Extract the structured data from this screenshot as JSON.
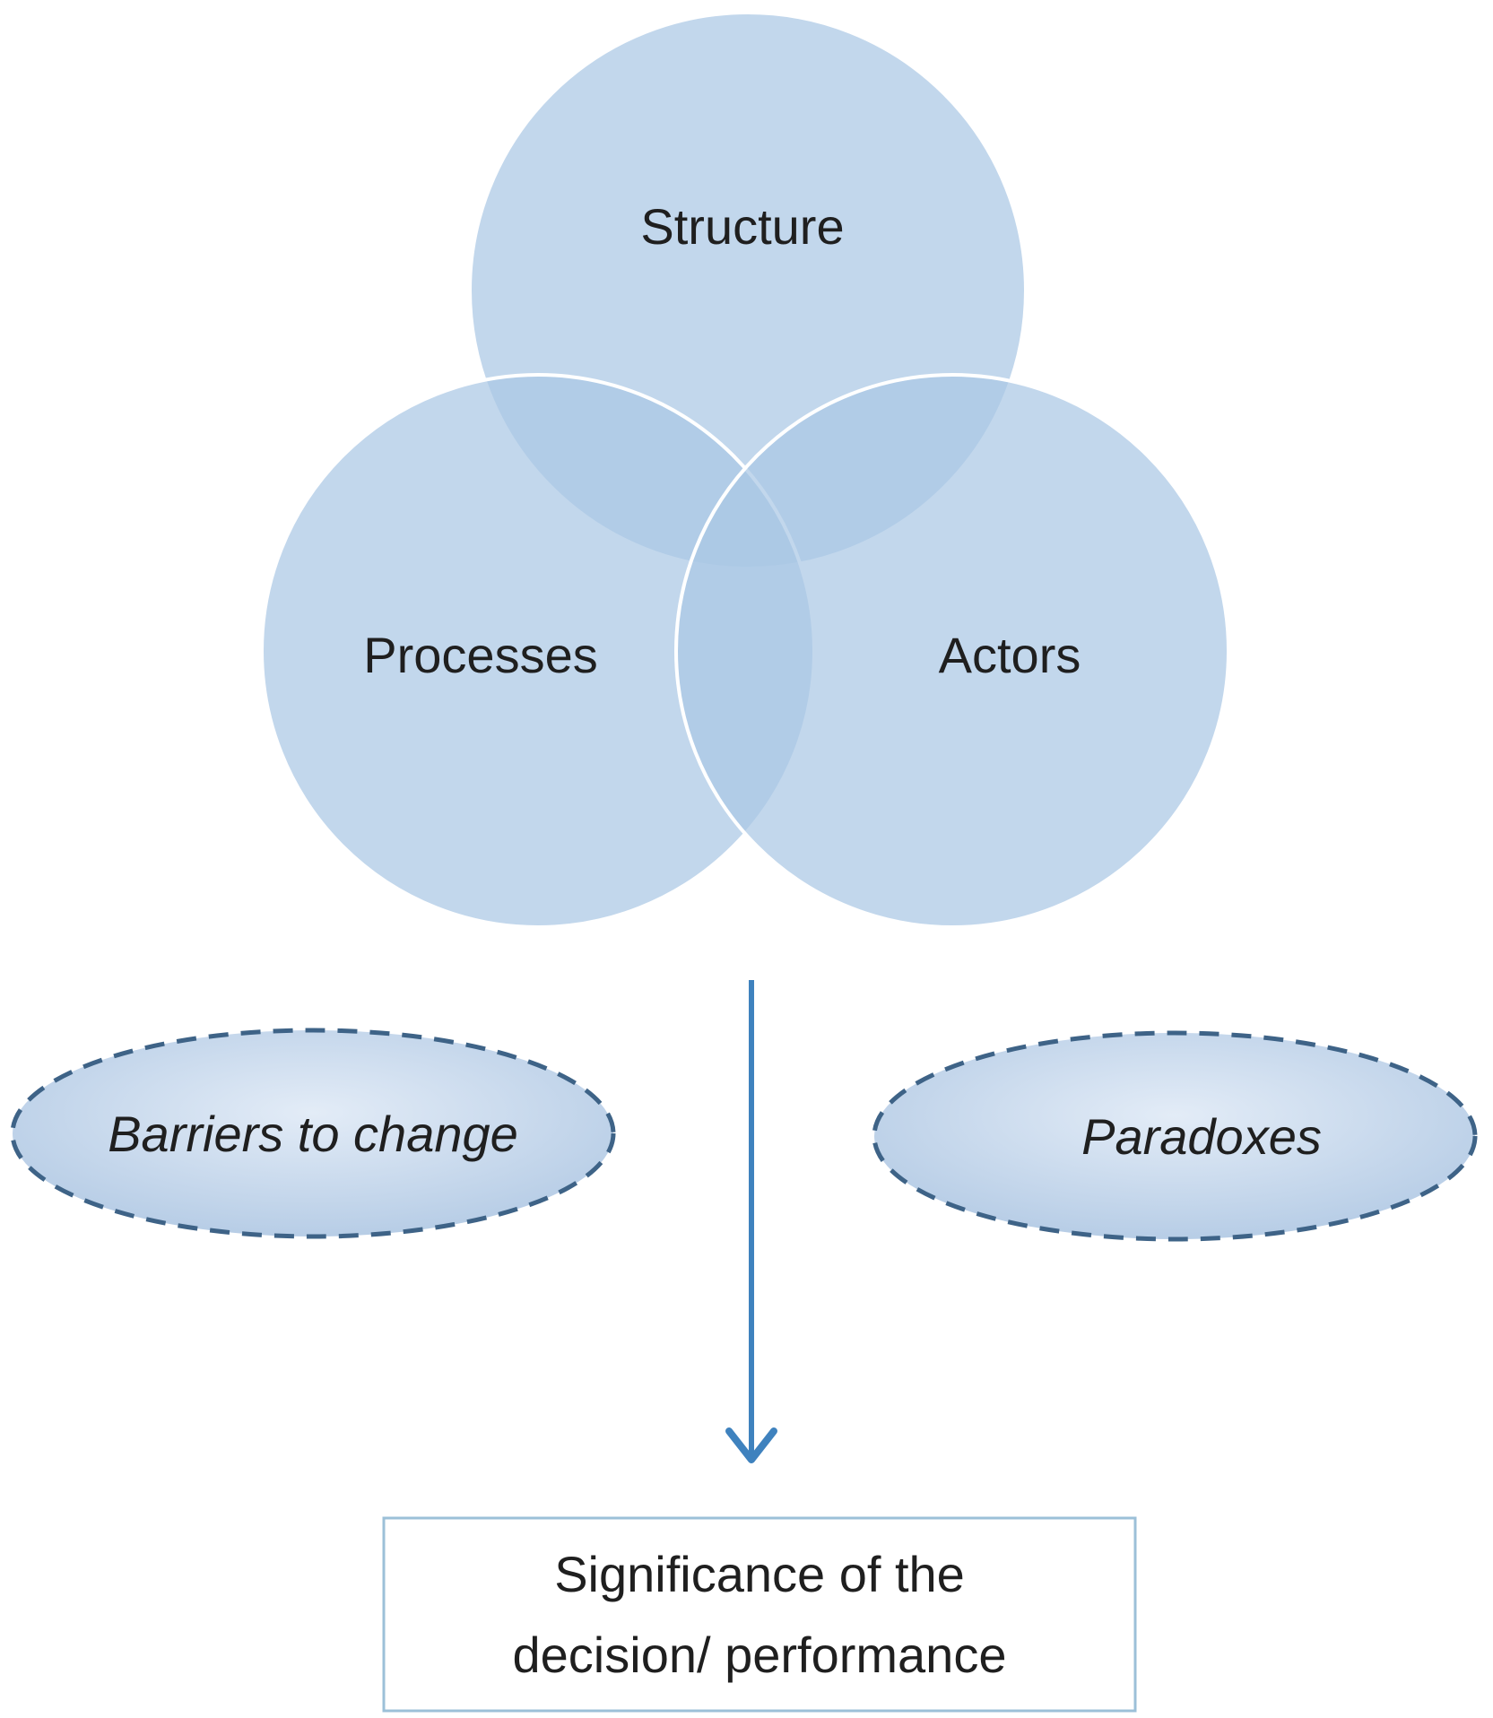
{
  "venn": {
    "top_label": "Structure",
    "left_label": "Processes",
    "right_label": "Actors"
  },
  "factors": {
    "left_label": "Barriers to change",
    "right_label": "Paradoxes"
  },
  "outcome": {
    "line1": "Significance of the",
    "line2": "decision/ performance"
  },
  "colors": {
    "circle_fill": "#aac8e4",
    "circle_stroke": "#ffffff",
    "ellipse_fill": "#c6d8ee",
    "ellipse_stroke": "#3e6387",
    "arrow": "#3f82be",
    "box_border": "#9cc0d8",
    "text": "#1f1f1f"
  }
}
